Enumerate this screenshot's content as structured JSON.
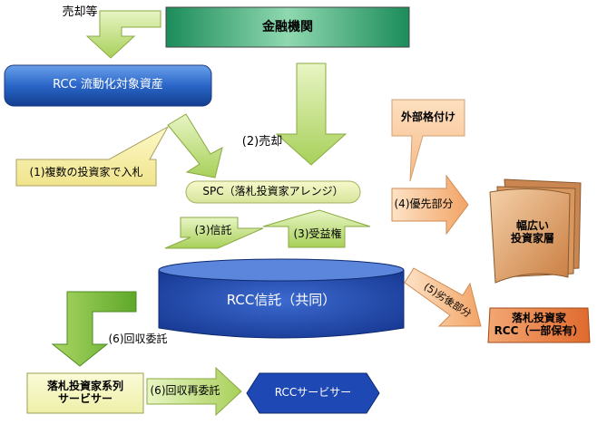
{
  "diagram": {
    "title_box": "金融機関",
    "assets_box": "RCC 流動化対象資産",
    "spc_box": "SPC（落札投資家アレンジ）",
    "trust_box": "RCC信託（共同）",
    "broad_investors": "幅広い\n投資家層",
    "rcc_partial": "落札投資家\nRCC（一部保有）",
    "servicer_box": "落札投資家系列\nサービサー",
    "rcc_servicer": "RCCサービサー",
    "sale_label": "売却等",
    "sale2_label": "(2)売却",
    "bid_label": "(1)複数の投資家で入札",
    "rating_label": "外部格付け",
    "trust3_label": "(3)信託",
    "benefit3_label": "(3)受益権",
    "senior4_label": "(4)優先部分",
    "junior5_label": "(5)劣後部分",
    "collect6_label": "(6)回収委託",
    "recollect6_label": "(6)回収再委託"
  },
  "colors": {
    "green_light": "#d6ec9a",
    "green_dark": "#8cbd3c",
    "blue_box": "#1f5fc0",
    "blue_trust": "#2a4fb0",
    "orange_light": "#f9c9a0",
    "orange_dark": "#e07838",
    "tan_paper": "#d89860",
    "yellow_bubble": "#f8f3a8",
    "navy_hex": "#1a3fa8"
  }
}
